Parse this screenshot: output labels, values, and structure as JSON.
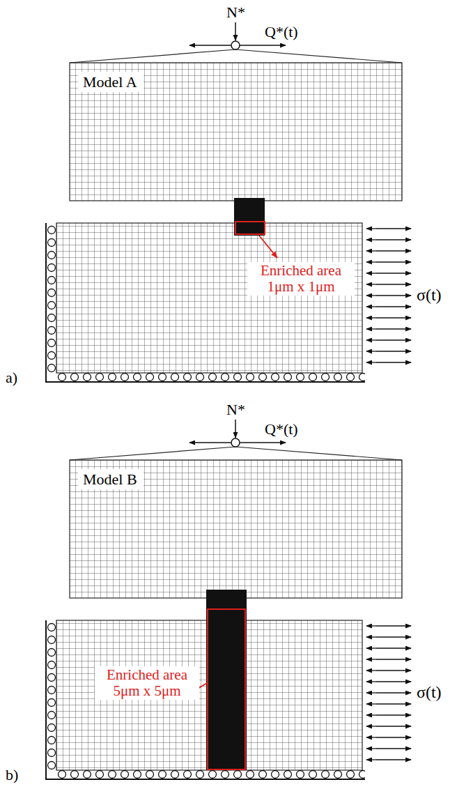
{
  "diagram": {
    "nodes": [
      {
        "text": [
          "Model A"
        ]
      },
      {
        "text": [
          "Model B"
        ]
      }
    ],
    "labels": [
      "N*",
      "Q*(t)",
      "Enriched area 1μm x 1μm",
      "σ(t)",
      "a)",
      "N*",
      "Q*(t)",
      "Enriched area 5μm x 5μm",
      "σ(t)",
      "b)"
    ]
  }
}
